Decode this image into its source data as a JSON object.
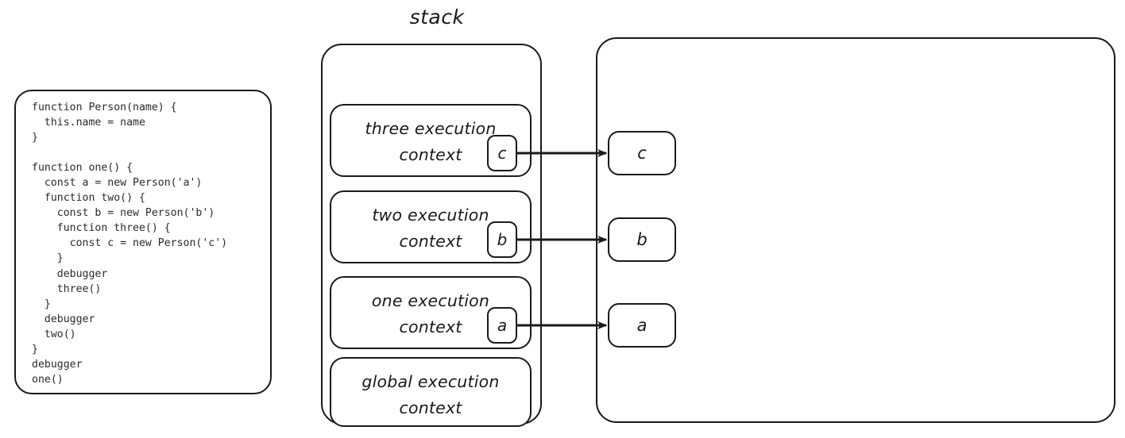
{
  "diagram": {
    "title_label": "stack",
    "code_panel": {
      "language": "javascript",
      "source": "function Person(name) {\n  this.name = name\n}\n\nfunction one() {\n  const a = new Person('a')\n  function two() {\n    const b = new Person('b')\n    function three() {\n      const c = new Person('c')\n    }\n    debugger\n    three()\n  }\n  debugger\n  two()\n}\ndebugger\none()"
    },
    "stack": {
      "label": "stack",
      "frames": [
        {
          "line1": "three execution",
          "line2": "context",
          "slot": "c"
        },
        {
          "line1": "two execution",
          "line2": "context",
          "slot": "b"
        },
        {
          "line1": "one execution",
          "line2": "context",
          "slot": "a"
        },
        {
          "line1": "global execution",
          "line2": "context",
          "slot": ""
        }
      ]
    },
    "heap": {
      "objects": [
        {
          "label": "c"
        },
        {
          "label": "b"
        },
        {
          "label": "a"
        }
      ]
    },
    "references": [
      {
        "from": "c",
        "to": "c"
      },
      {
        "from": "b",
        "to": "b"
      },
      {
        "from": "a",
        "to": "a"
      }
    ],
    "colors": {
      "stroke": "#1a1a1a",
      "background": "#ffffff",
      "code_text": "#2b2b2b"
    }
  }
}
